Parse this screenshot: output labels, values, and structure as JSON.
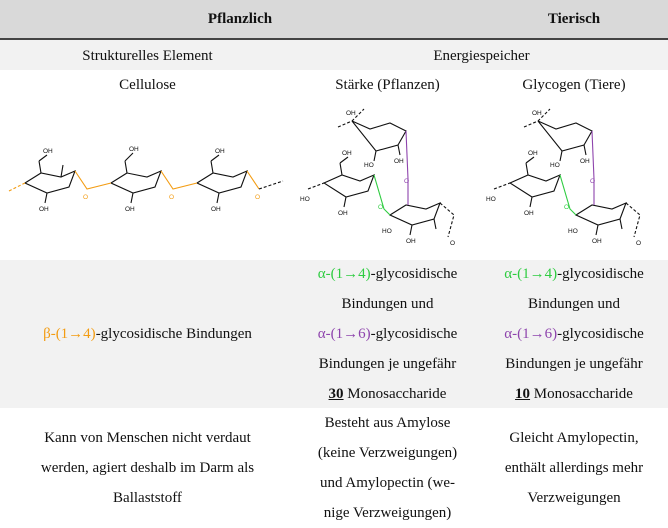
{
  "header": {
    "plant": "Pflanzlich",
    "animal": "Tierisch"
  },
  "categories": {
    "structural": "Strukturelles Element",
    "energy": "Energiespeicher"
  },
  "names": {
    "cellulose": "Cellulose",
    "starch": "Stärke (Pflanzen)",
    "glycogen": "Glycogen (Tiere)"
  },
  "structure_labels": {
    "oh": "OH",
    "ho": "HO",
    "o": "O"
  },
  "bonds": {
    "cellulose": {
      "beta": "β-(1→4)",
      "rest": "-glycosidische Bindungen"
    },
    "starch": {
      "alpha14": "α-(1→4)",
      "alpha14_rest": "-glycosidische",
      "line2": "Bindungen und",
      "alpha16": "α-(1→6)",
      "alpha16_rest": "-glycosidische",
      "line4": "Bindungen je ungefähr",
      "count": "30",
      "count_rest": " Monosaccharide"
    },
    "glycogen": {
      "alpha14": "α-(1→4)",
      "alpha14_rest": "-glycosidische",
      "line2": "Bindungen und",
      "alpha16": "α-(1→6)",
      "alpha16_rest": "-glycosidische",
      "line4": "Bindungen je ungefähr",
      "count": "10",
      "count_rest": " Monosaccharide"
    }
  },
  "descriptions": {
    "cellulose": [
      "Kann von Menschen nicht verdaut",
      "werden, agiert deshalb im Darm als",
      "Ballaststoff"
    ],
    "starch": [
      "Besteht aus Amylose",
      "(keine Verzweigungen)",
      "und Amylopectin (we-",
      "nige Verzweigungen)"
    ],
    "glycogen": [
      "Gleicht Amylopectin,",
      "enthält allerdings mehr",
      "Verzweigungen"
    ]
  },
  "colors": {
    "beta_bond": "#f39c12",
    "alpha14_bond": "#2ecc40",
    "alpha16_bond": "#8e44ad",
    "header_bg": "#d9d9d9",
    "shade_bg": "#f2f2f2"
  }
}
